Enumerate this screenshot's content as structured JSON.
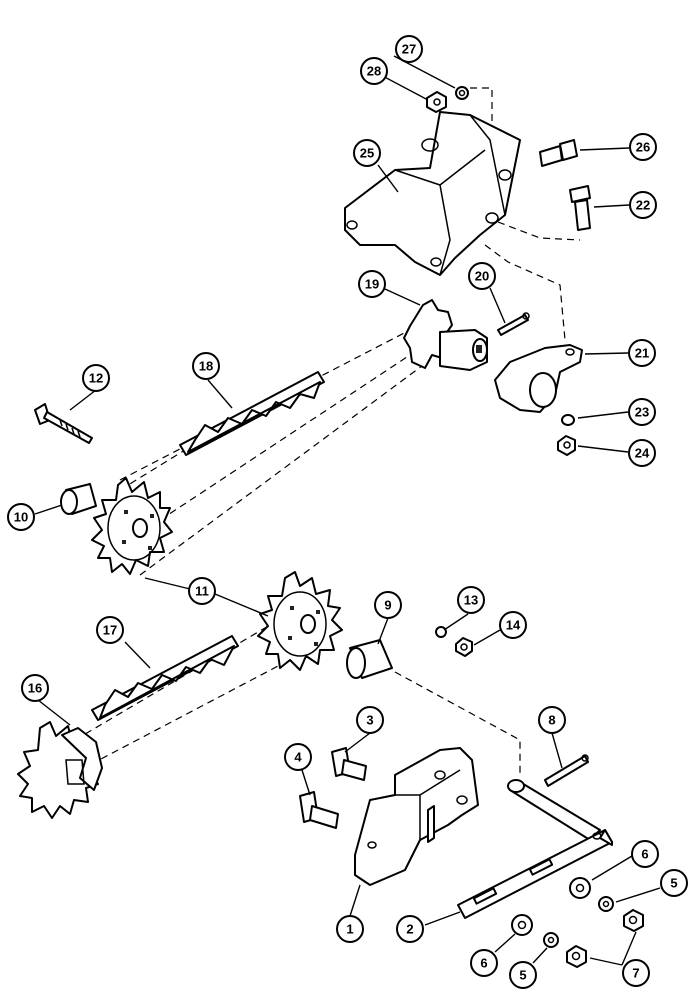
{
  "callouts": {
    "c1": "1",
    "c2": "2",
    "c3": "3",
    "c4": "4",
    "c5a": "5",
    "c5b": "5",
    "c6a": "6",
    "c6b": "6",
    "c7": "7",
    "c8": "8",
    "c9": "9",
    "c10": "10",
    "c11": "11",
    "c12": "12",
    "c13": "13",
    "c14": "14",
    "c16": "16",
    "c17": "17",
    "c18": "18",
    "c19": "19",
    "c20": "20",
    "c21": "21",
    "c22": "22",
    "c23": "23",
    "c24": "24",
    "c25": "25",
    "c26": "26",
    "c27": "27",
    "c28": "28"
  }
}
